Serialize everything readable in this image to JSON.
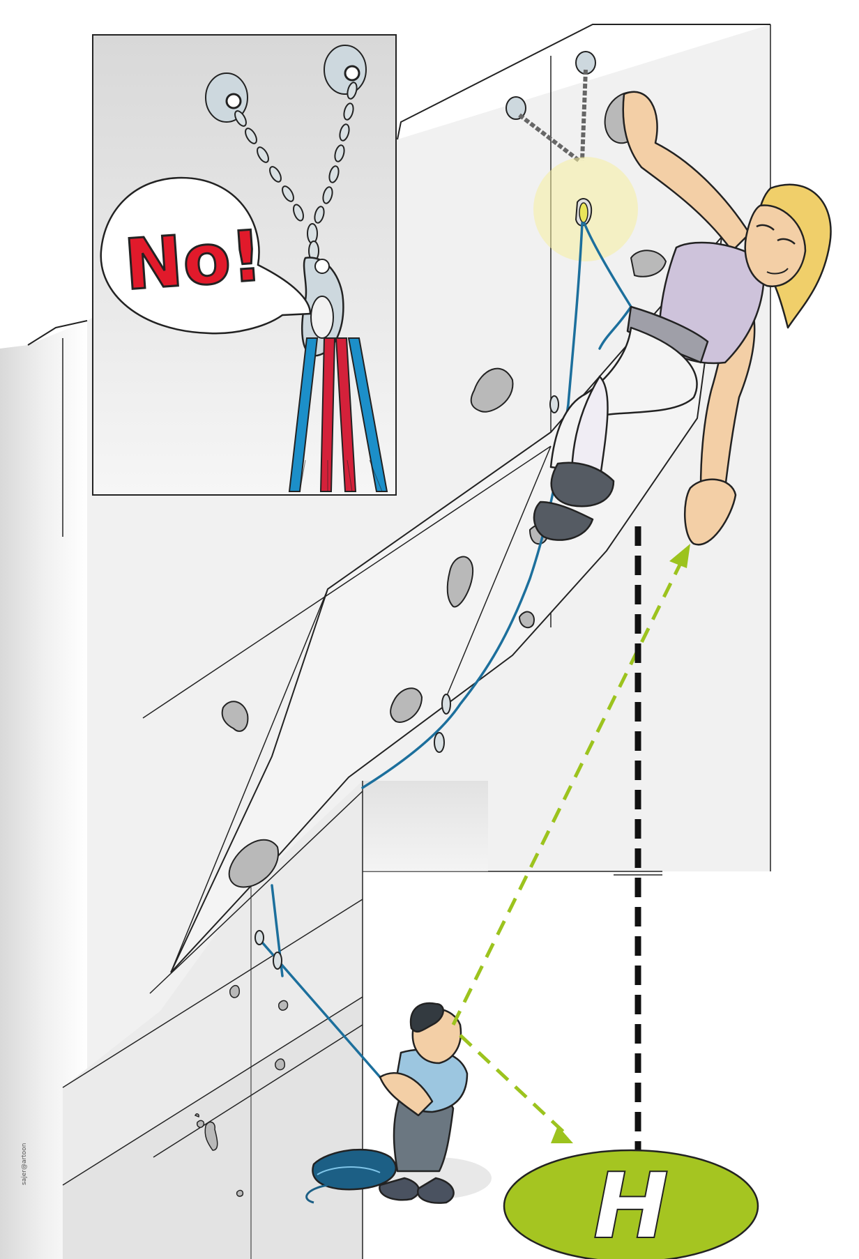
{
  "inset": {
    "warning_text": "No!"
  },
  "ground_marker": {
    "letter": "H"
  },
  "credit": "sajer@artoon",
  "colors": {
    "wall": "#efefef",
    "wall_edge": "#222222",
    "hold": "#b9b9b9",
    "rope_blue": "#1c8fc9",
    "rope_red": "#d4213a",
    "arrow_green": "#9cc31e",
    "arrow_black": "#111111",
    "marker_green": "#a5c521",
    "skin": "#f3cfa6",
    "hair": "#f0cf6a",
    "tank_top": "#cec3db",
    "highlight": "#f5ef9e",
    "speech_red": "#e11a2b"
  }
}
